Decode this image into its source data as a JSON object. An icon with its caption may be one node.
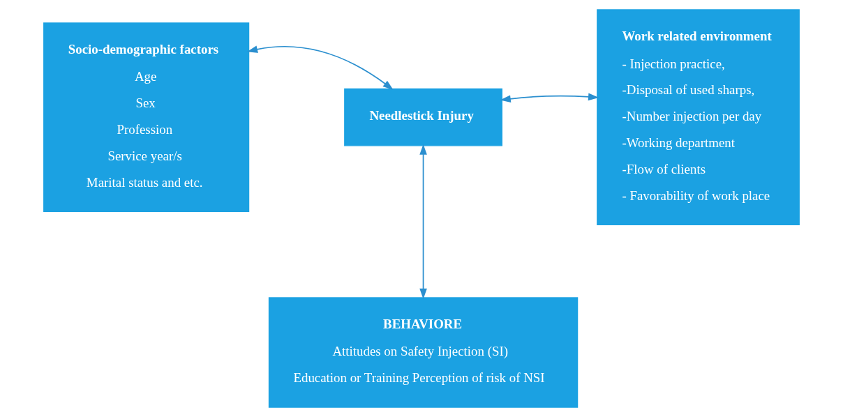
{
  "diagram": {
    "nodes": [
      {
        "text": [
          "Socio-demographic factors",
          "Age",
          "Sex",
          "Profession",
          "Service year/s",
          "Marital status and etc."
        ]
      },
      {
        "text": [
          "Needlestick Injury"
        ]
      },
      {
        "text": [
          "Work related environment",
          "- Injection practice,",
          "-Disposal of used sharps,",
          "-Number injection per day",
          "-Working department",
          "-Flow of clients",
          "- Favorability of work place"
        ]
      },
      {
        "text": [
          "BEHAVIORE",
          "Attitudes on Safety Injection (SI)",
          "Education or Training Perception of risk of NSI"
        ]
      }
    ],
    "edges": [
      {
        "from": 1,
        "to": 0,
        "arrow": "both"
      },
      {
        "from": 1,
        "to": 2,
        "arrow": "both"
      },
      {
        "from": 1,
        "to": 3,
        "arrow": "both"
      }
    ]
  }
}
